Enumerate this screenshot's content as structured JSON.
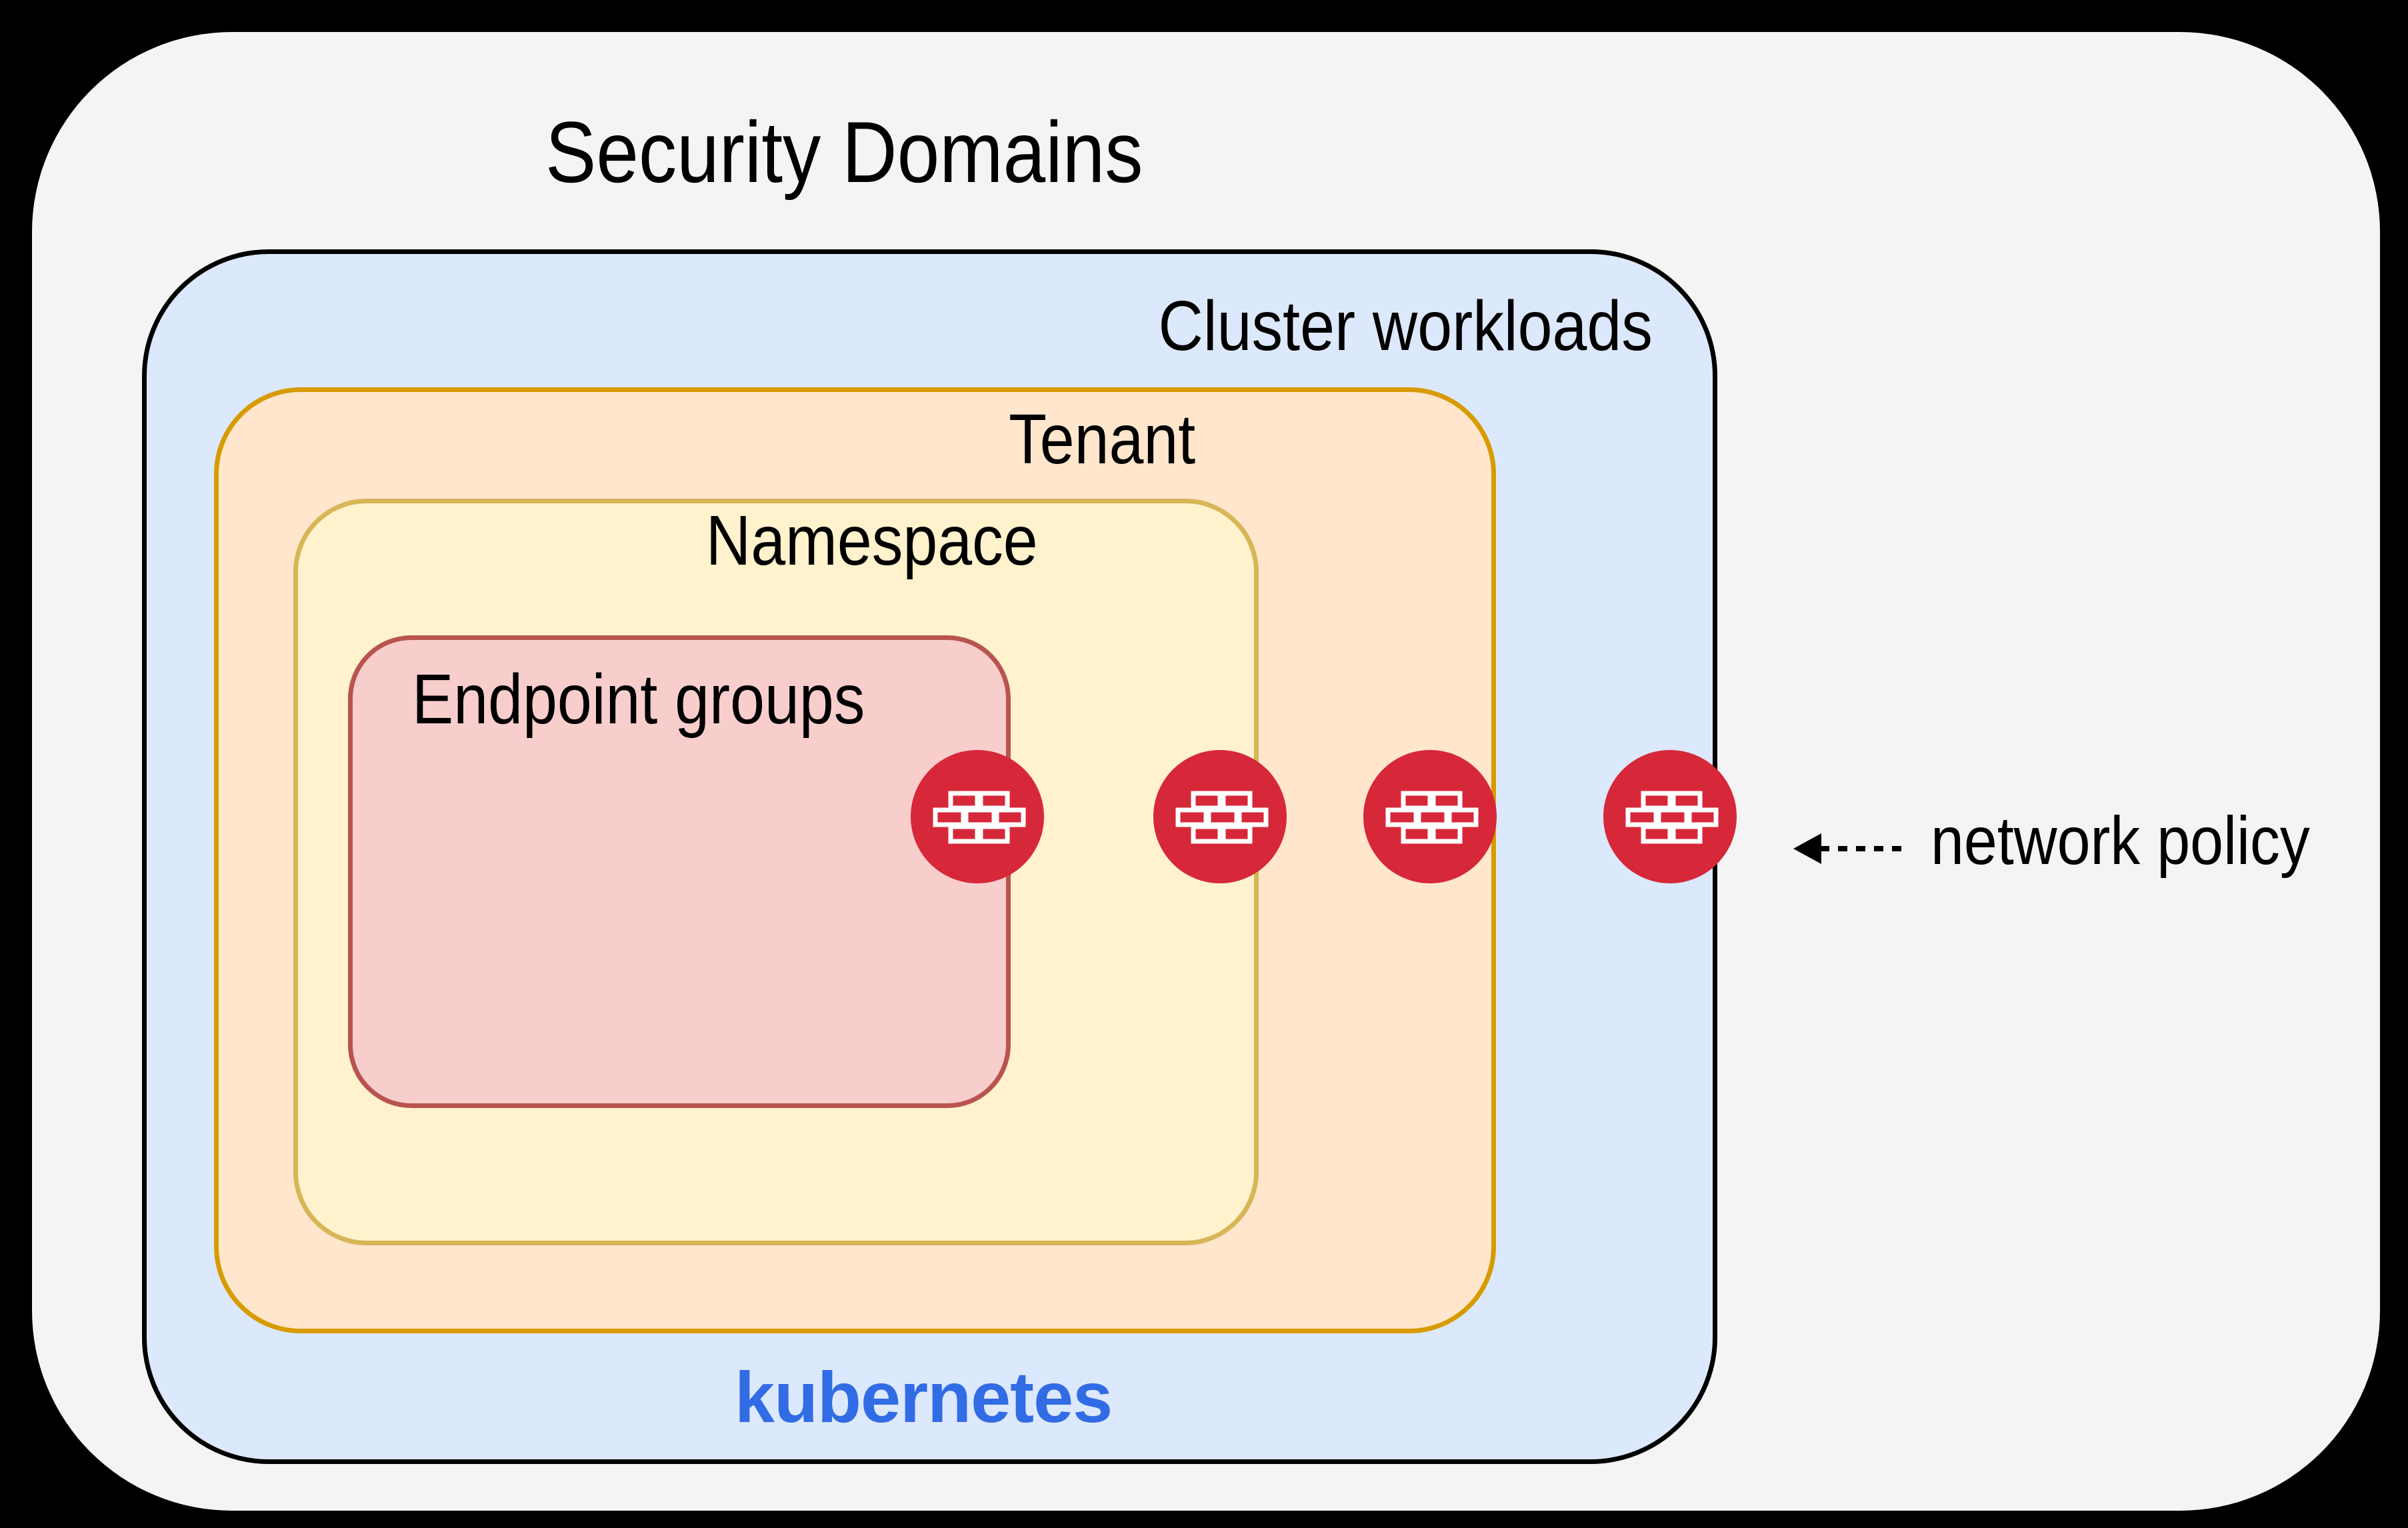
{
  "title": "Security Domains",
  "diagram": {
    "background_color": "#000000",
    "panel_color": "#f4f4f4",
    "layers": [
      {
        "id": "cluster-workloads",
        "label": "Cluster workloads",
        "fill": "#dce8fb",
        "stroke": "#000000"
      },
      {
        "id": "tenant",
        "label": "Tenant",
        "fill": "#ffe6cc",
        "stroke": "#d79b00"
      },
      {
        "id": "namespace",
        "label": "Namespace",
        "fill": "#fff2cc",
        "stroke": "#d6b656"
      },
      {
        "id": "endpoint-groups",
        "label": "Endpoint groups",
        "fill": "#f8cecc",
        "stroke": "#b85450"
      }
    ],
    "platform_label": "kubernetes",
    "platform_color": "#326ce5",
    "annotation": {
      "label": "network policy",
      "icon": "firewall-icon",
      "icon_shape": "red circle with white brick-wall glyph",
      "icon_color": "#d62839",
      "icon_count": 4,
      "arrow_icon": "dashed-arrow-left-icon"
    }
  }
}
